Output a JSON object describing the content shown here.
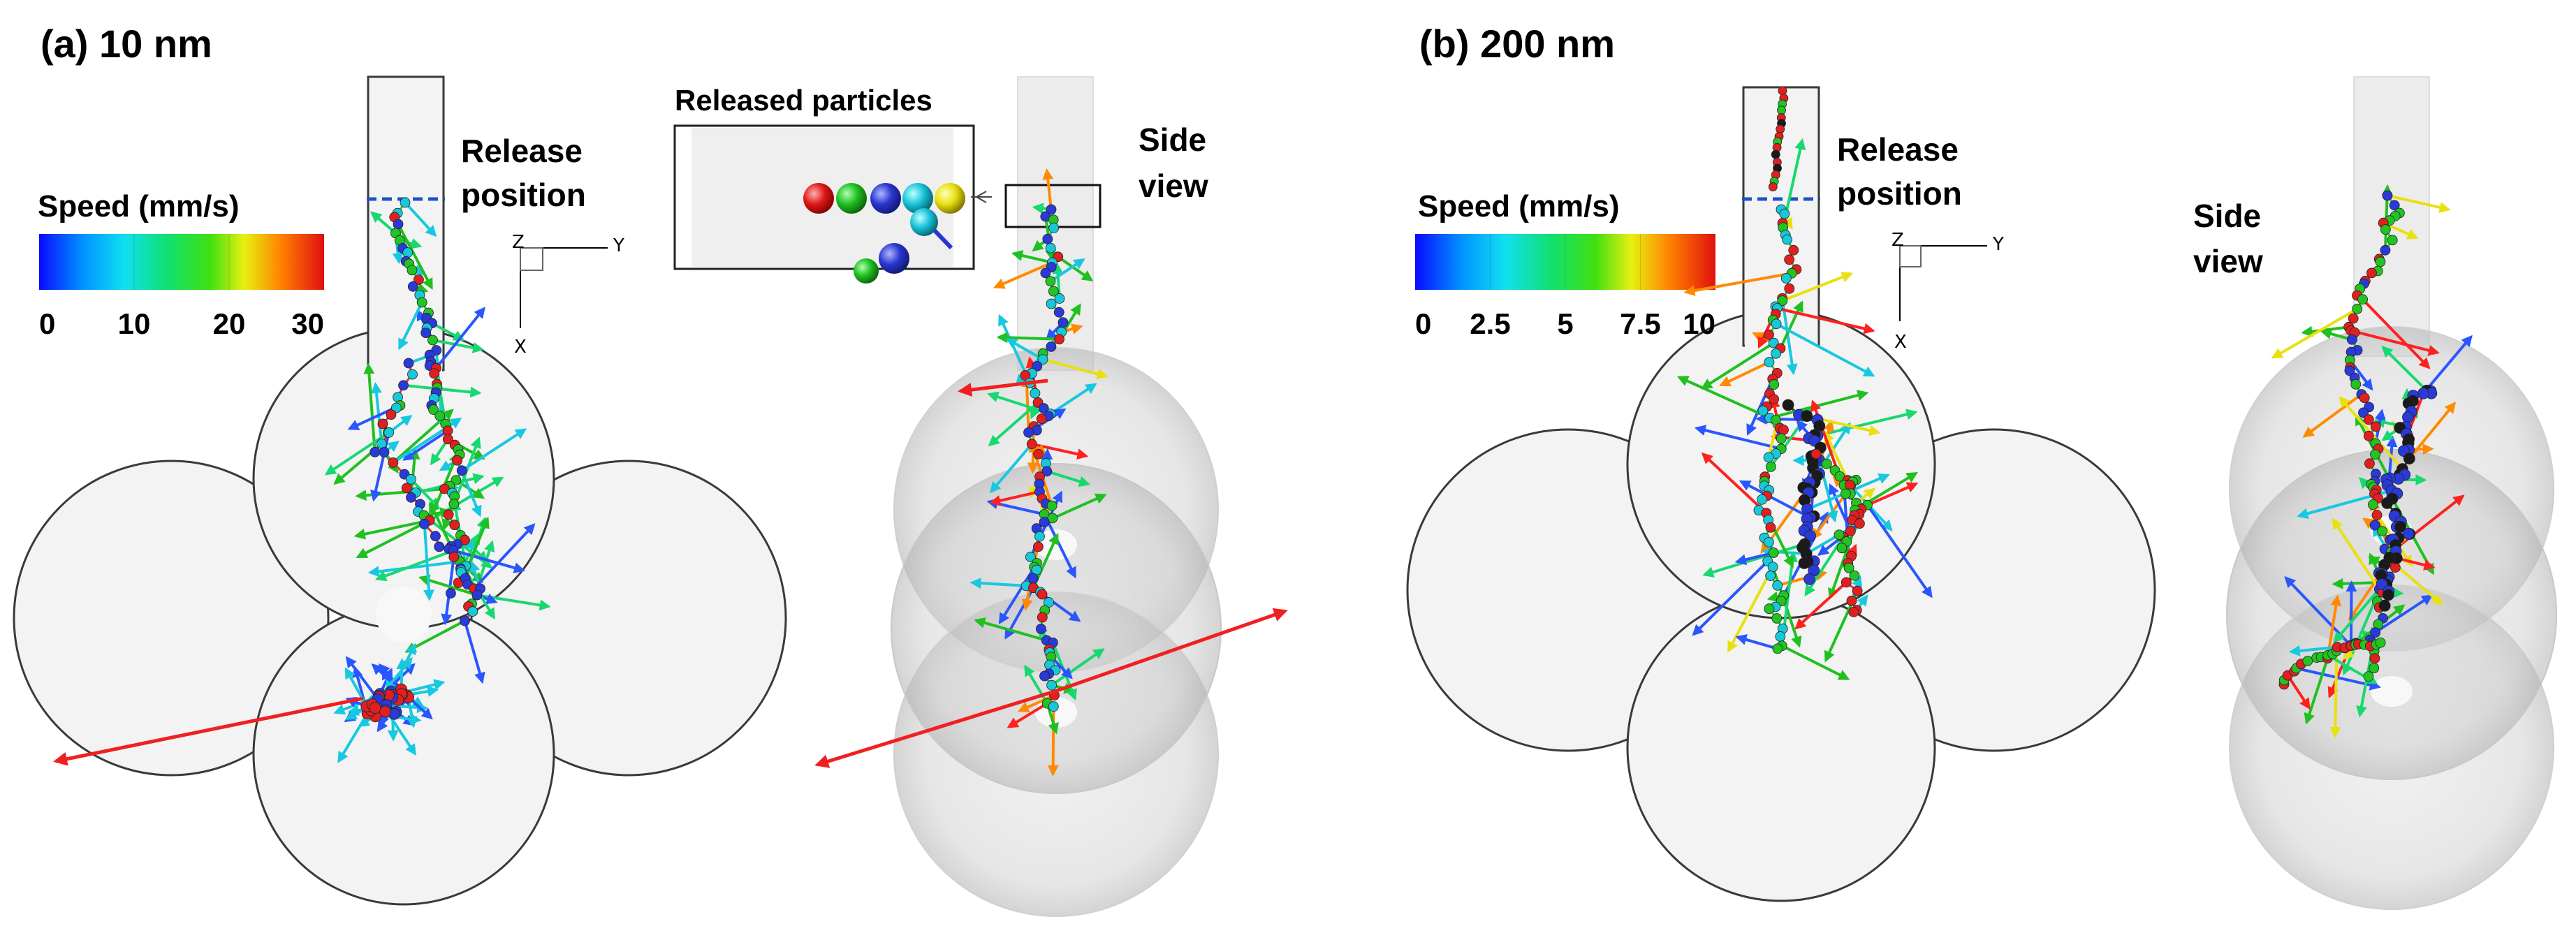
{
  "panels": [
    {
      "id": "a",
      "title": "(a) 10 nm",
      "release_label_1": "Release",
      "release_label_2": "position",
      "side_label_1": "Side",
      "side_label_2": "view",
      "inset_title": "Released particles",
      "colorbar": {
        "title": "Speed (mm/s)",
        "min": 0,
        "max": 30,
        "ticks": [
          "0",
          "10",
          "20",
          "30"
        ]
      },
      "axis_labels": {
        "z": "Z",
        "y": "Y",
        "x": "X"
      }
    },
    {
      "id": "b",
      "title": "(b) 200 nm",
      "release_label_1": "Release",
      "release_label_2": "position",
      "side_label_1": "Side",
      "side_label_2": "view",
      "colorbar": {
        "title": "Speed (mm/s)",
        "min": 0,
        "max": 10,
        "ticks": [
          "0",
          "2.5",
          "5",
          "7.5",
          "10"
        ]
      },
      "axis_labels": {
        "z": "Z",
        "y": "Y",
        "x": "X"
      }
    }
  ],
  "colors": {
    "particle_red": "#e02020",
    "particle_green": "#22c422",
    "particle_blue": "#2a3ad8",
    "particle_cyan": "#18c8d8",
    "particle_yellow": "#e8e010",
    "particle_black": "#1a1a1a",
    "release_line": "#1f4fd1",
    "vessel_fill": "#f2f2f2",
    "vessel_stroke": "#333333"
  }
}
